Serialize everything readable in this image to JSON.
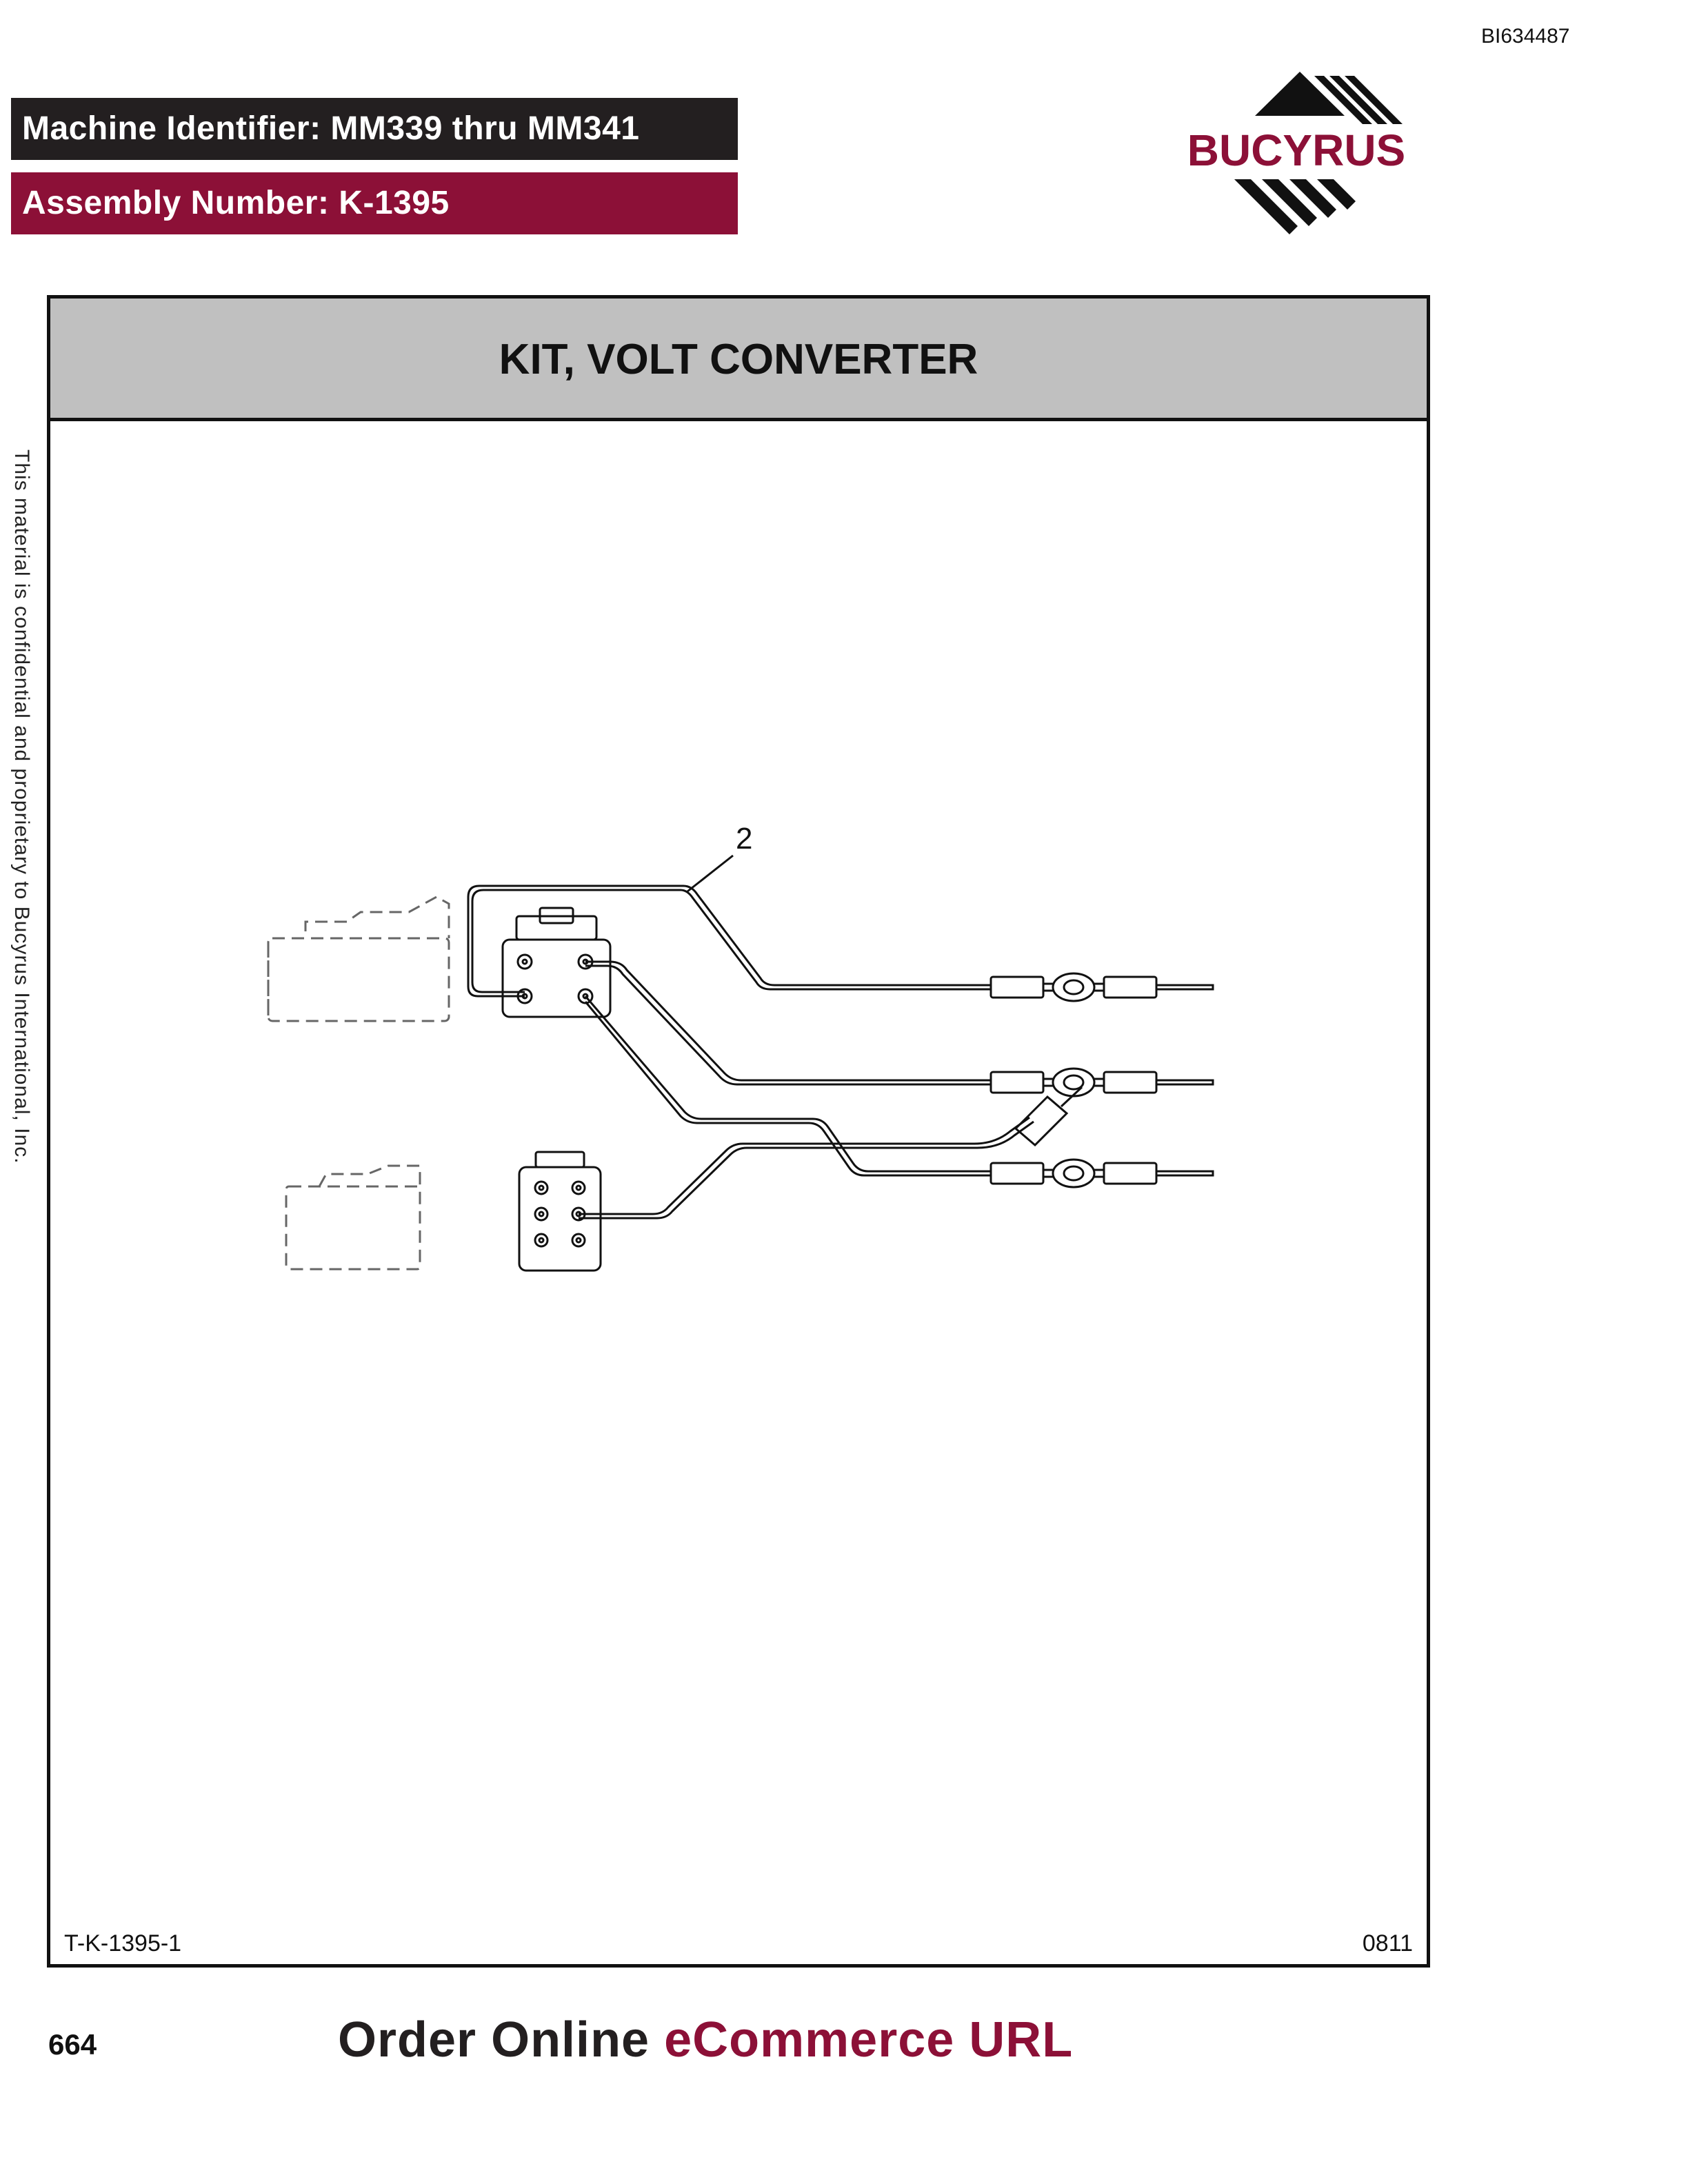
{
  "header": {
    "doc_id": "BI634487",
    "machine_identifier": "Machine Identifier: MM339 thru MM341",
    "assembly_number": "Assembly Number: K-1395",
    "logo_text": "BUCYRUS"
  },
  "figure": {
    "title": "KIT, VOLT CONVERTER",
    "callout": "2",
    "figure_id": "T-K-1395-1",
    "date_code": "0811"
  },
  "side_note": "This material is confidential and proprietary to Bucyrus International, Inc.",
  "footer": {
    "page_number": "664",
    "order_prefix": "Order Online ",
    "order_accent": "eCommerce URL"
  },
  "colors": {
    "brand": "#8c1037",
    "dark": "#231f20",
    "title_band": "#c0c0c0"
  }
}
